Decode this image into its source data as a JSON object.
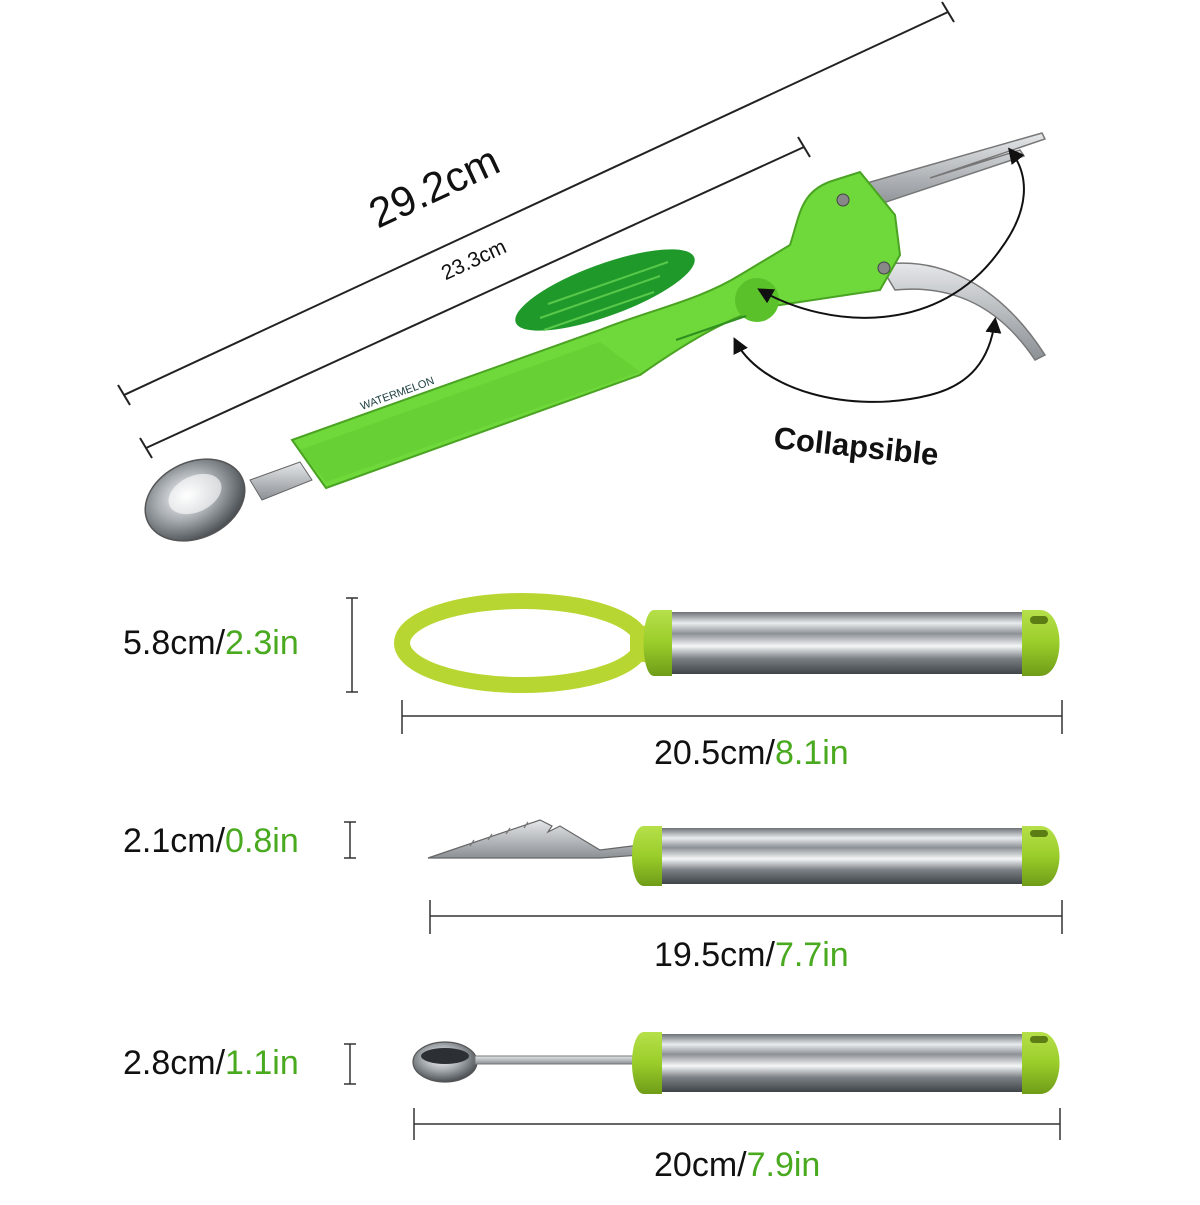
{
  "top_tool": {
    "total_length": "29.2cm",
    "handle_length": "23.3cm",
    "handle_imprint": "WATERMELON",
    "feature_label": "Collapsible"
  },
  "tools": [
    {
      "height_cm": "5.8cm/",
      "height_in": "2.3in",
      "length_cm": "20.5cm/",
      "length_in": "8.1in"
    },
    {
      "height_cm": "2.1cm/",
      "height_in": "0.8in",
      "length_cm": "19.5cm/",
      "length_in": "7.7in"
    },
    {
      "height_cm": "2.8cm/",
      "height_in": "1.1in",
      "length_cm": "20cm/",
      "length_in": "7.9in"
    }
  ],
  "colors": {
    "handle_green": "#6fd83a",
    "cap_green": "#9acd2a",
    "inch_text": "#49a91f",
    "steel": "#b8bcc0"
  }
}
